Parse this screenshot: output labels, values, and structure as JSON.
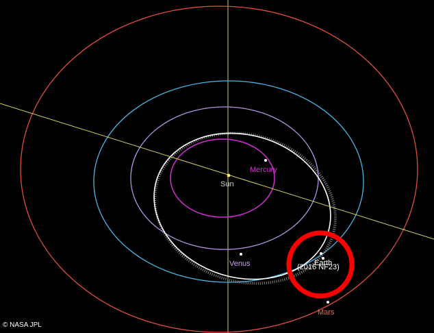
{
  "diagram": {
    "bodies": {
      "sun": {
        "label": "Sun",
        "color": "#cfcfcf"
      },
      "mercury": {
        "label": "Mercury",
        "color": "#d633d6"
      },
      "venus": {
        "label": "Venus",
        "color": "#c5a6ef"
      },
      "earth": {
        "label": "Earth",
        "color": "#ffffff"
      },
      "mars": {
        "label": "Mars",
        "color": "#e06a5a"
      },
      "asteroid": {
        "label": "(2016 NF23)",
        "color": "#ffffff"
      }
    },
    "orbit_colors": {
      "mercury": "#d42fd4",
      "venus": "#b594e6",
      "earth": "#4cb6e6",
      "mars": "#e04f3e",
      "asteroid": "#ffffff",
      "axis_vertical": "#d6cf6a",
      "ecliptic_line": "#d9d35c"
    },
    "highlight_color": "#ff0000"
  },
  "credit": {
    "text": "© NASA JPL"
  }
}
